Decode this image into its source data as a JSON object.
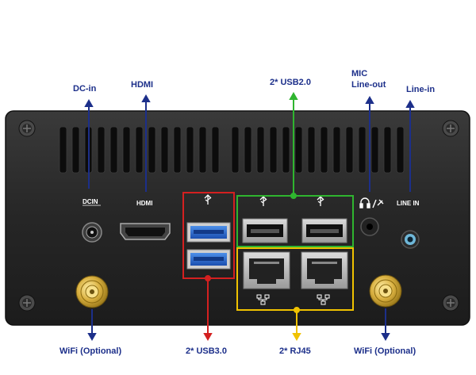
{
  "callouts": {
    "dc_in": "DC-in",
    "hdmi": "HDMI",
    "usb2": "2* USB2.0",
    "mic": "MIC",
    "line_out": "Line-out",
    "line_in": "Line-in",
    "wifi_left": "WiFi (Optional)",
    "usb3": "2* USB3.0",
    "rj45": "2* RJ45",
    "wifi_right": "WiFi (Optional)"
  },
  "panel_labels": {
    "dcin": "DCIN",
    "hdmi": "HDMI",
    "line_in": "LINE IN"
  },
  "colors": {
    "callout_blue": "#1c2f8a",
    "usb3_box": "#d42020",
    "usb2_box": "#2fb52f",
    "rj45_box": "#f0c200",
    "chassis": "#2a2a2a"
  }
}
